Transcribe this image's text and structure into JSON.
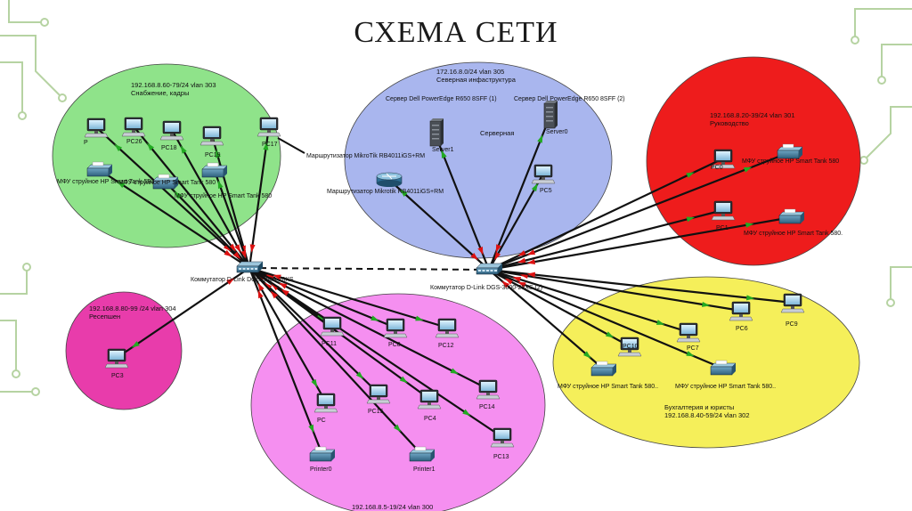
{
  "title": "СХЕМА СЕТИ",
  "colors": {
    "green": "#8fe38a",
    "blue": "#a9b6ee",
    "red": "#ee1c1c",
    "pink": "#f58ff0",
    "magenta": "#e83cab",
    "yellow": "#f5ef5a",
    "cable": "#111111",
    "trunk": "#111111",
    "up_arrow": "#22aa22",
    "down_arrow": "#dd1111",
    "circuit": "#b6d3a2"
  },
  "zones": [
    {
      "id": "green",
      "lines": [
        "192.168.8.60-79/24 vlan 303",
        "Снабжение, кадры"
      ]
    },
    {
      "id": "blue",
      "lines": [
        "172.16.8.0/24 vlan 305",
        "Северная инфаструктура"
      ]
    },
    {
      "id": "red",
      "lines": [
        "192.168.8.20-39/24 vlan 301",
        "Руководство"
      ]
    },
    {
      "id": "magenta",
      "lines": [
        "192.168.8.80-99 /24 vlan 304",
        "Ресепшен"
      ]
    },
    {
      "id": "pink",
      "lines": [
        "192.168.8.5-19/24 vlan 300"
      ]
    },
    {
      "id": "yellow",
      "lines": [
        "Бухгалтерия и юристы",
        "192.168.8.40-59/24 vlan 302"
      ]
    }
  ],
  "extra_labels": {
    "server_room": "Серверная"
  },
  "switches": [
    {
      "id": "sw1",
      "label": "Коммутатор D-Link DGS-3000-28XS"
    },
    {
      "id": "sw2",
      "label": "Коммутатор D-Link DGS-3000-28XS (2)"
    }
  ],
  "routers": [
    {
      "id": "r1",
      "label": "Маршрутизатор Mikrotik RB4011iGS+RM"
    }
  ],
  "router_link_label": "Маршрутизатор MikroTik RB4011iGS+RM",
  "servers": [
    {
      "id": "srv1",
      "name": "Server1",
      "caption": "Сервер Dell PowerEdge R650 8SFF (1)"
    },
    {
      "id": "srv0",
      "name": "Server0",
      "caption": "Сервер Dell PowerEdge R650 8SFF (2)"
    }
  ],
  "pcs": [
    {
      "id": "P",
      "label": "P"
    },
    {
      "id": "PC26",
      "label": "PC26"
    },
    {
      "id": "PC18",
      "label": "PC18"
    },
    {
      "id": "PC19",
      "label": "PC19"
    },
    {
      "id": "PC17",
      "label": "PC17"
    },
    {
      "id": "PC5",
      "label": "PC5"
    },
    {
      "id": "PC0",
      "label": "PC0"
    },
    {
      "id": "PC1",
      "label": "PC1"
    },
    {
      "id": "PC3",
      "label": "PC3"
    },
    {
      "id": "PC11",
      "label": "PC11"
    },
    {
      "id": "PC8",
      "label": "PC8"
    },
    {
      "id": "PC12",
      "label": "PC12"
    },
    {
      "id": "PC",
      "label": "PC"
    },
    {
      "id": "PC15",
      "label": "PC15"
    },
    {
      "id": "PC4",
      "label": "PC4"
    },
    {
      "id": "PC14",
      "label": "PC14"
    },
    {
      "id": "PC13",
      "label": "PC13"
    },
    {
      "id": "PC10",
      "label": "PC10"
    },
    {
      "id": "PC7",
      "label": "PC7"
    },
    {
      "id": "PC6",
      "label": "PC6"
    },
    {
      "id": "PC9",
      "label": "PC9"
    }
  ],
  "printers": [
    {
      "id": "mfu1",
      "label": "МФУ струйное HP Smart Tank 580"
    },
    {
      "id": "mfu2",
      "label": "МФУ струйное HP Smart Tank 580"
    },
    {
      "id": "mfu3",
      "label": "МФУ струйное HP Smart Tank 580"
    },
    {
      "id": "mfu4",
      "label": "МФУ струйное HP Smart Tank 580"
    },
    {
      "id": "mfu5",
      "label": "МФУ струйное HP Smart Tank 580."
    },
    {
      "id": "mfu6",
      "label": "МФУ струйное HP Smart Tank 580.."
    },
    {
      "id": "mfu7",
      "label": "МФУ струйное HP Smart Tank 580.."
    },
    {
      "id": "Printer0",
      "label": "Printer0"
    },
    {
      "id": "Printer1",
      "label": "Printer1"
    }
  ]
}
